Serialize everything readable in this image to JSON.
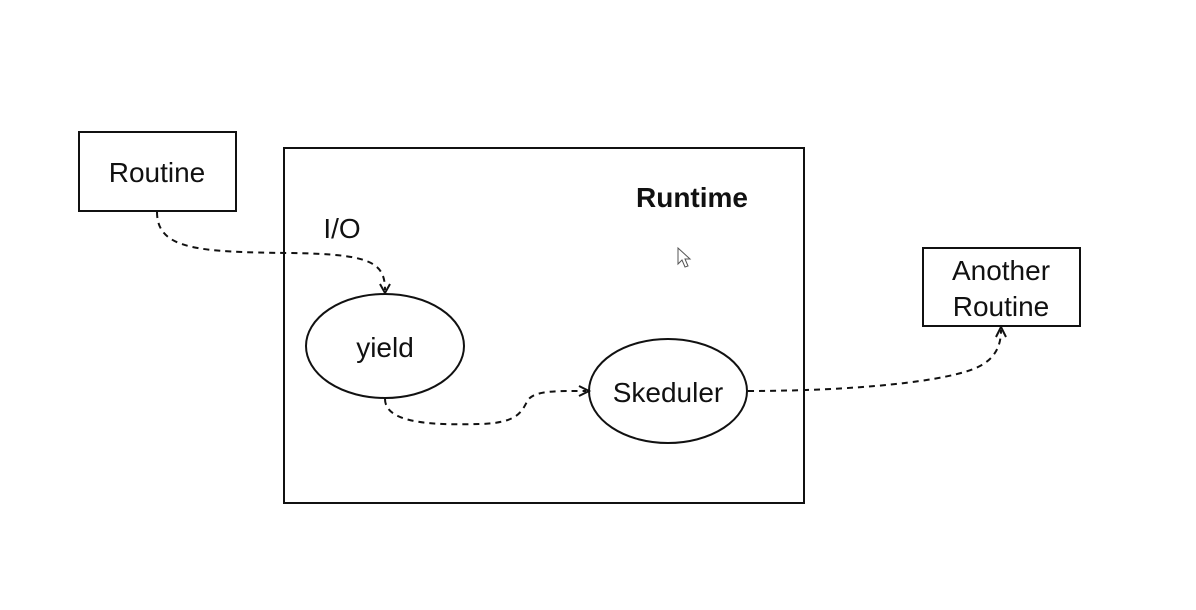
{
  "diagram": {
    "runtime_label": "Runtime",
    "routine_label": "Routine",
    "another_routine_line1": "Another",
    "another_routine_line2": "Routine",
    "io_label": "I/O",
    "yield_label": "yield",
    "scheduler_label": "Skeduler",
    "colors": {
      "stroke": "#111111",
      "background": "#ffffff"
    },
    "icons": [
      "mouse-pointer-icon"
    ]
  }
}
